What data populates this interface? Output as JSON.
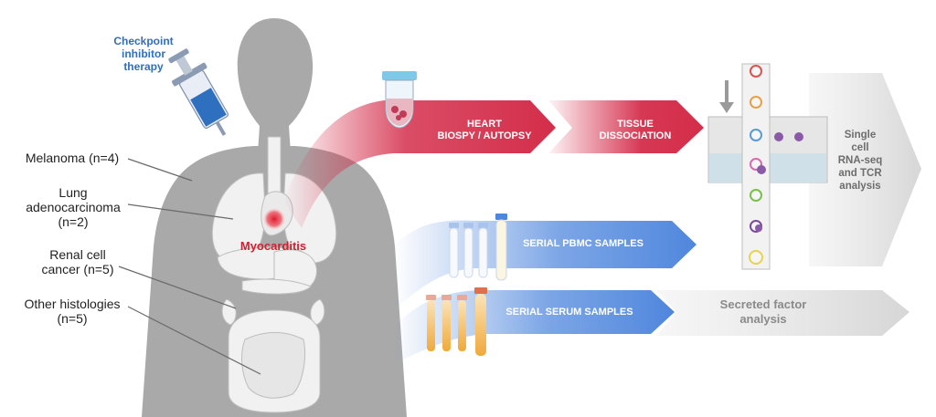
{
  "therapy": {
    "label_line1": "Checkpoint",
    "label_line2": "inhibitor",
    "label_line3": "therapy"
  },
  "histologies": [
    {
      "line1": "Melanoma (n=4)",
      "line2": "",
      "line3": ""
    },
    {
      "line1": "Lung",
      "line2": "adenocarcinoma",
      "line3": "(n=2)"
    },
    {
      "line1": "Renal cell",
      "line2": "cancer (n=5)",
      "line3": ""
    },
    {
      "line1": "Other histologies",
      "line2": "(n=5)",
      "line3": ""
    }
  ],
  "condition": "Myocarditis",
  "steps": {
    "biopsy_line1": "HEART",
    "biopsy_line2": "BIOSPY / AUTOPSY",
    "dissociation_line1": "TISSUE",
    "dissociation_line2": "DISSOCIATION",
    "pbmc": "SERIAL PBMC SAMPLES",
    "serum": "SERIAL SERUM SAMPLES"
  },
  "outputs": {
    "scrna_line1": "Single",
    "scrna_line2": "cell",
    "scrna_line3": "RNA-seq",
    "scrna_line4": "and TCR",
    "scrna_line5": "analysis",
    "secreted_line1": "Secreted factor",
    "secreted_line2": "analysis"
  },
  "colors": {
    "body": "#a9a9a9",
    "organ": "#f1f1f1",
    "heart_flow": "#d42d4a",
    "pbmc_flow": "#5b8fe0",
    "serum_flow": "#5b8fe0",
    "output_arrow": "#dcdcdc",
    "syringe_fluid": "#2f6fbf"
  }
}
